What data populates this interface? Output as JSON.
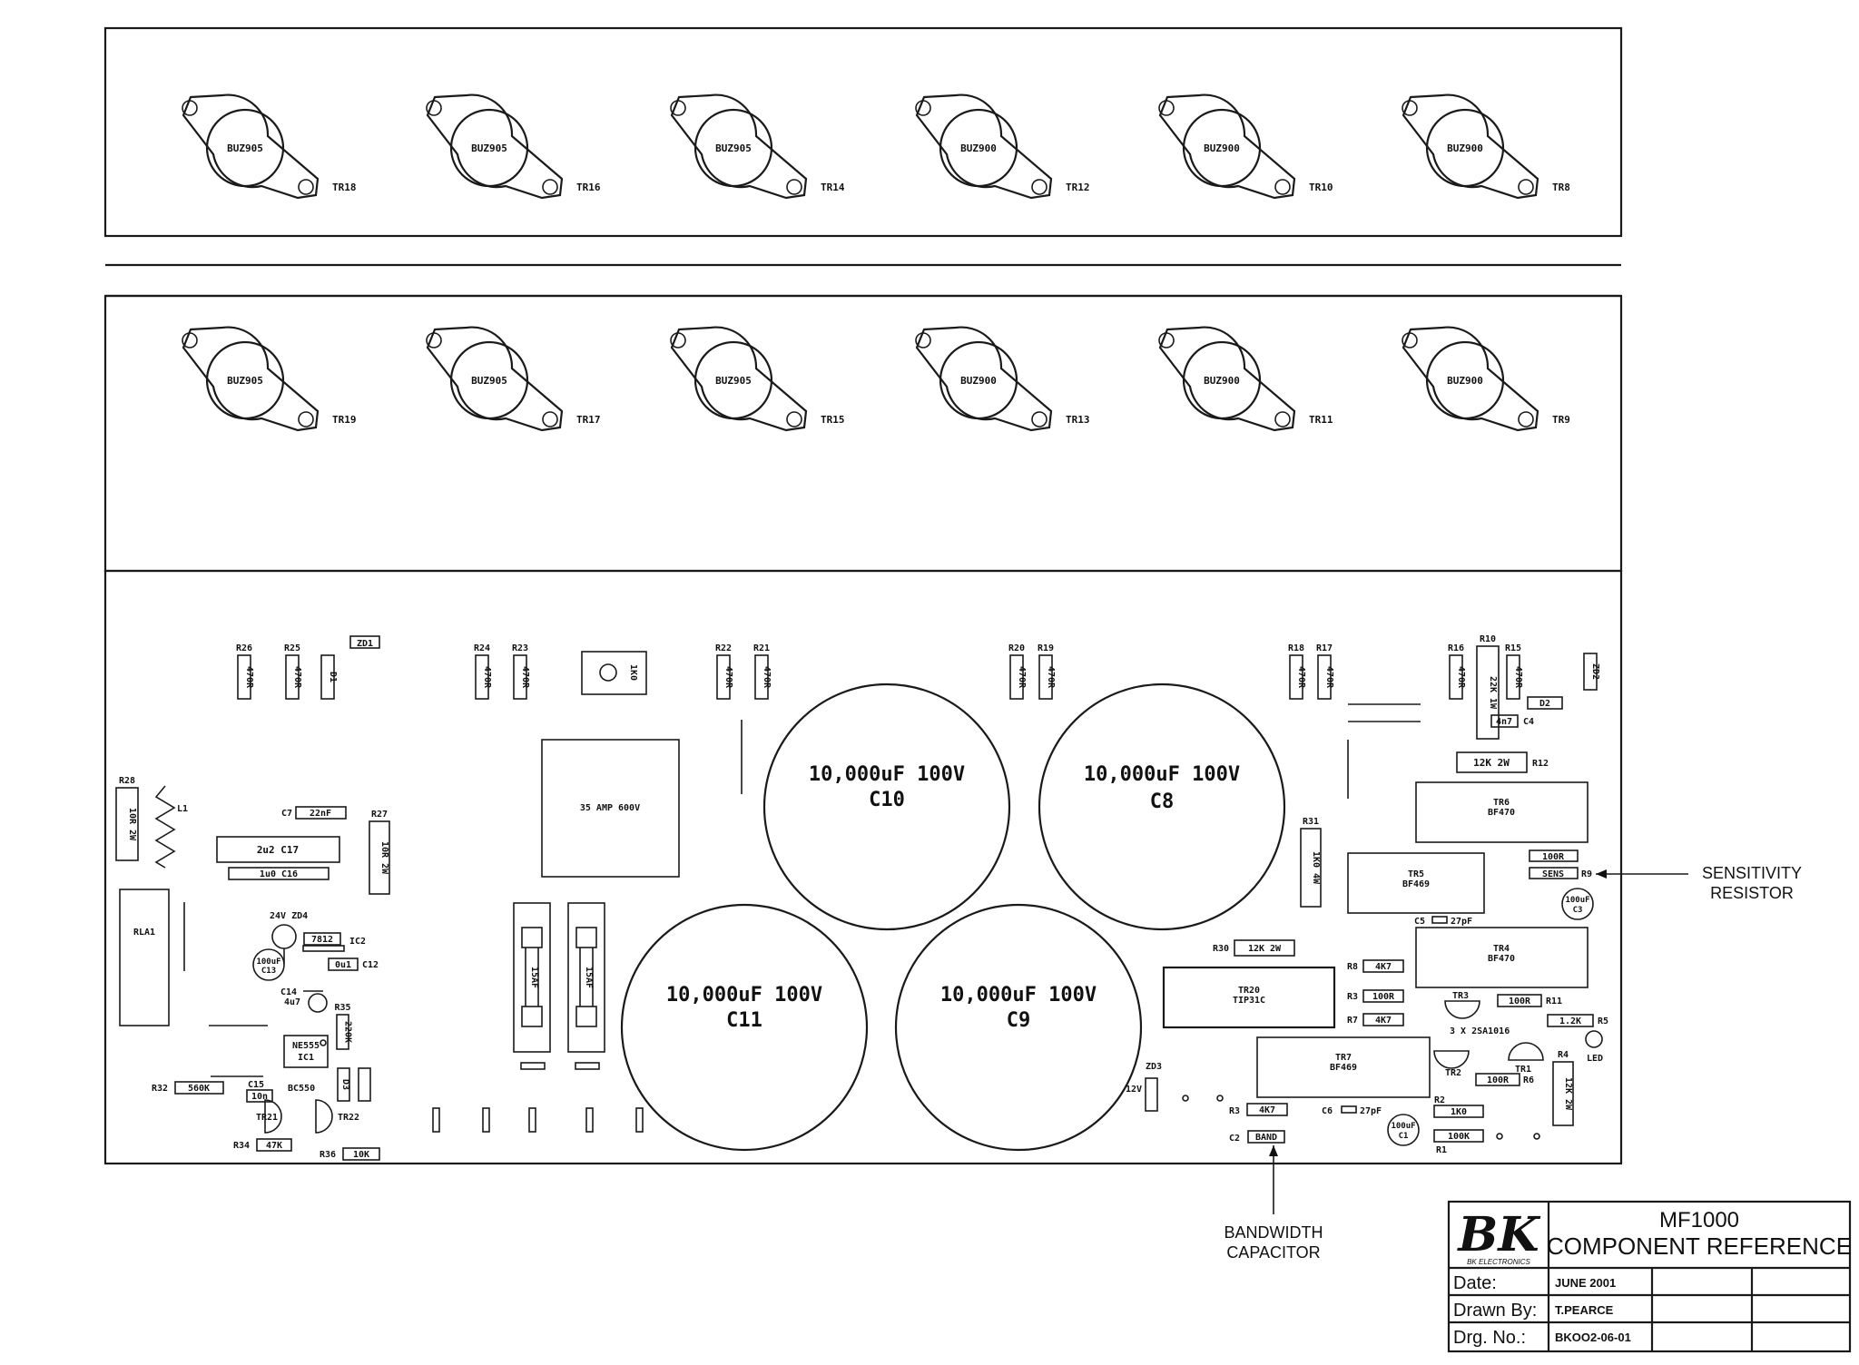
{
  "mosfets_top": [
    {
      "type": "BUZ905",
      "ref": "TR18"
    },
    {
      "type": "BUZ905",
      "ref": "TR16"
    },
    {
      "type": "BUZ905",
      "ref": "TR14"
    },
    {
      "type": "BUZ900",
      "ref": "TR12"
    },
    {
      "type": "BUZ900",
      "ref": "TR10"
    },
    {
      "type": "BUZ900",
      "ref": "TR8"
    }
  ],
  "mosfets_bottom": [
    {
      "type": "BUZ905",
      "ref": "TR19"
    },
    {
      "type": "BUZ905",
      "ref": "TR17"
    },
    {
      "type": "BUZ905",
      "ref": "TR15"
    },
    {
      "type": "BUZ900",
      "ref": "TR13"
    },
    {
      "type": "BUZ900",
      "ref": "TR11"
    },
    {
      "type": "BUZ900",
      "ref": "TR9"
    }
  ],
  "capacitors": [
    {
      "value": "10,000uF 100V",
      "ref": "C10"
    },
    {
      "value": "10,000uF 100V",
      "ref": "C8"
    },
    {
      "value": "10,000uF 100V",
      "ref": "C11"
    },
    {
      "value": "10,000uF 100V",
      "ref": "C9"
    }
  ],
  "resistors_v": [
    {
      "ref": "R26",
      "value": "470R"
    },
    {
      "ref": "R25",
      "value": "470R"
    },
    {
      "ref": "",
      "value": "D1"
    },
    {
      "ref": "R24",
      "value": "470R"
    },
    {
      "ref": "R23",
      "value": "470R"
    },
    {
      "ref": "R22",
      "value": "470R"
    },
    {
      "ref": "R21",
      "value": "470R"
    },
    {
      "ref": "R20",
      "value": "470R"
    },
    {
      "ref": "R19",
      "value": "470R"
    },
    {
      "ref": "R18",
      "value": "470R"
    },
    {
      "ref": "R17",
      "value": "470R"
    },
    {
      "ref": "R16",
      "value": "470R"
    },
    {
      "ref": "R10",
      "value": "22K 1W"
    },
    {
      "ref": "R15",
      "value": "470R"
    },
    {
      "ref": "",
      "value": "ZD2"
    },
    {
      "ref": "R28",
      "value": "10R 2W"
    },
    {
      "ref": "R27",
      "value": "10R 2W"
    },
    {
      "ref": "R31",
      "value": "1K0 4W"
    },
    {
      "ref": "R4",
      "value": "12K 2W"
    },
    {
      "ref": "R35",
      "value": "220K"
    }
  ],
  "components": {
    "zd1": "ZD1",
    "pot": "1K0",
    "bridge": "35 AMP 600V",
    "fuse1": "15AF",
    "fuse2": "15AF",
    "l1": "L1",
    "rla1": "RLA1",
    "c7_ref": "C7",
    "c7_val": "22nF",
    "c17": "2u2   C17",
    "c16": "1u0  C16",
    "zd4": "24V ZD4",
    "reg": "7812",
    "ic2": "IC2",
    "c13_val": "100uF",
    "c13_ref": "C13",
    "c12_val": "0u1",
    "c12_ref": "C12",
    "c14_ref": "C14",
    "c14_val": "4u7",
    "ic1_type": "NE555",
    "ic1_ref": "IC1",
    "d3": "D3",
    "r32_ref": "R32",
    "r32_val": "560K",
    "c15_ref": "C15",
    "c15_val": "10n",
    "bc550": "BC550",
    "tr21": "TR21",
    "tr22": "TR22",
    "r34_ref": "R34",
    "r34_val": "47K",
    "r36_ref": "R36",
    "r36_val": "10K",
    "d2": "D2",
    "c4_val": "4n7",
    "c4_ref": "C4",
    "r12_val": "12K 2W",
    "r12_ref": "R12",
    "tr6_ref": "TR6",
    "tr6_type": "BF470",
    "tr5_ref": "TR5",
    "tr5_type": "BF469",
    "tr4_ref": "TR4",
    "tr4_type": "BF470",
    "tr7_ref": "TR7",
    "tr7_type": "BF469",
    "tr20_ref": "TR20",
    "tr20_type": "TIP31C",
    "r100": "100R",
    "sens": "SENS",
    "r9": "R9",
    "c3_val": "100uF",
    "c3_ref": "C3",
    "c5_ref": "C5",
    "c5_val": "27pF",
    "r30_ref": "R30",
    "r30_val": "12K 2W",
    "r8_ref": "R8",
    "r8_val": "4K7",
    "r3_ref": "R3",
    "r3_val": "100R",
    "r7_ref": "R7",
    "r7_val": "4K7",
    "tr3": "TR3",
    "r11_val": "100R",
    "r11_ref": "R11",
    "r5_val": "1.2K",
    "r5_ref": "R5",
    "sa1016": "3 X 2SA1016",
    "tr2": "TR2",
    "tr1": "TR1",
    "r6_val": "100R",
    "r6_ref": "R6",
    "led": "LED",
    "zd3": "ZD3",
    "zd3_v": "12V",
    "r3b_ref": "R3",
    "r3b_val": "4K7",
    "c6_ref": "C6",
    "c6_val": "27pF",
    "c2_ref": "C2",
    "c2_val": "BAND",
    "r2_ref": "R2",
    "r2_val": "1K0",
    "c1_val": "100uF",
    "c1_ref": "C1",
    "r1_ref": "R1",
    "r1_val": "100K"
  },
  "annotations": {
    "sensitivity_line1": "SENSITIVITY",
    "sensitivity_line2": "RESISTOR",
    "bandwidth_line1": "BANDWIDTH",
    "bandwidth_line2": "CAPACITOR"
  },
  "title_block": {
    "logo": "BK",
    "logo_sub": "BK ELECTRONICS",
    "model": "MF1000",
    "title": "COMPONENT REFERENCE",
    "date_label": "Date:",
    "date_value": "JUNE 2001",
    "drawn_label": "Drawn By:",
    "drawn_value": "T.PEARCE",
    "drg_label": "Drg. No.:",
    "drg_value": "BKOO2-06-01"
  }
}
